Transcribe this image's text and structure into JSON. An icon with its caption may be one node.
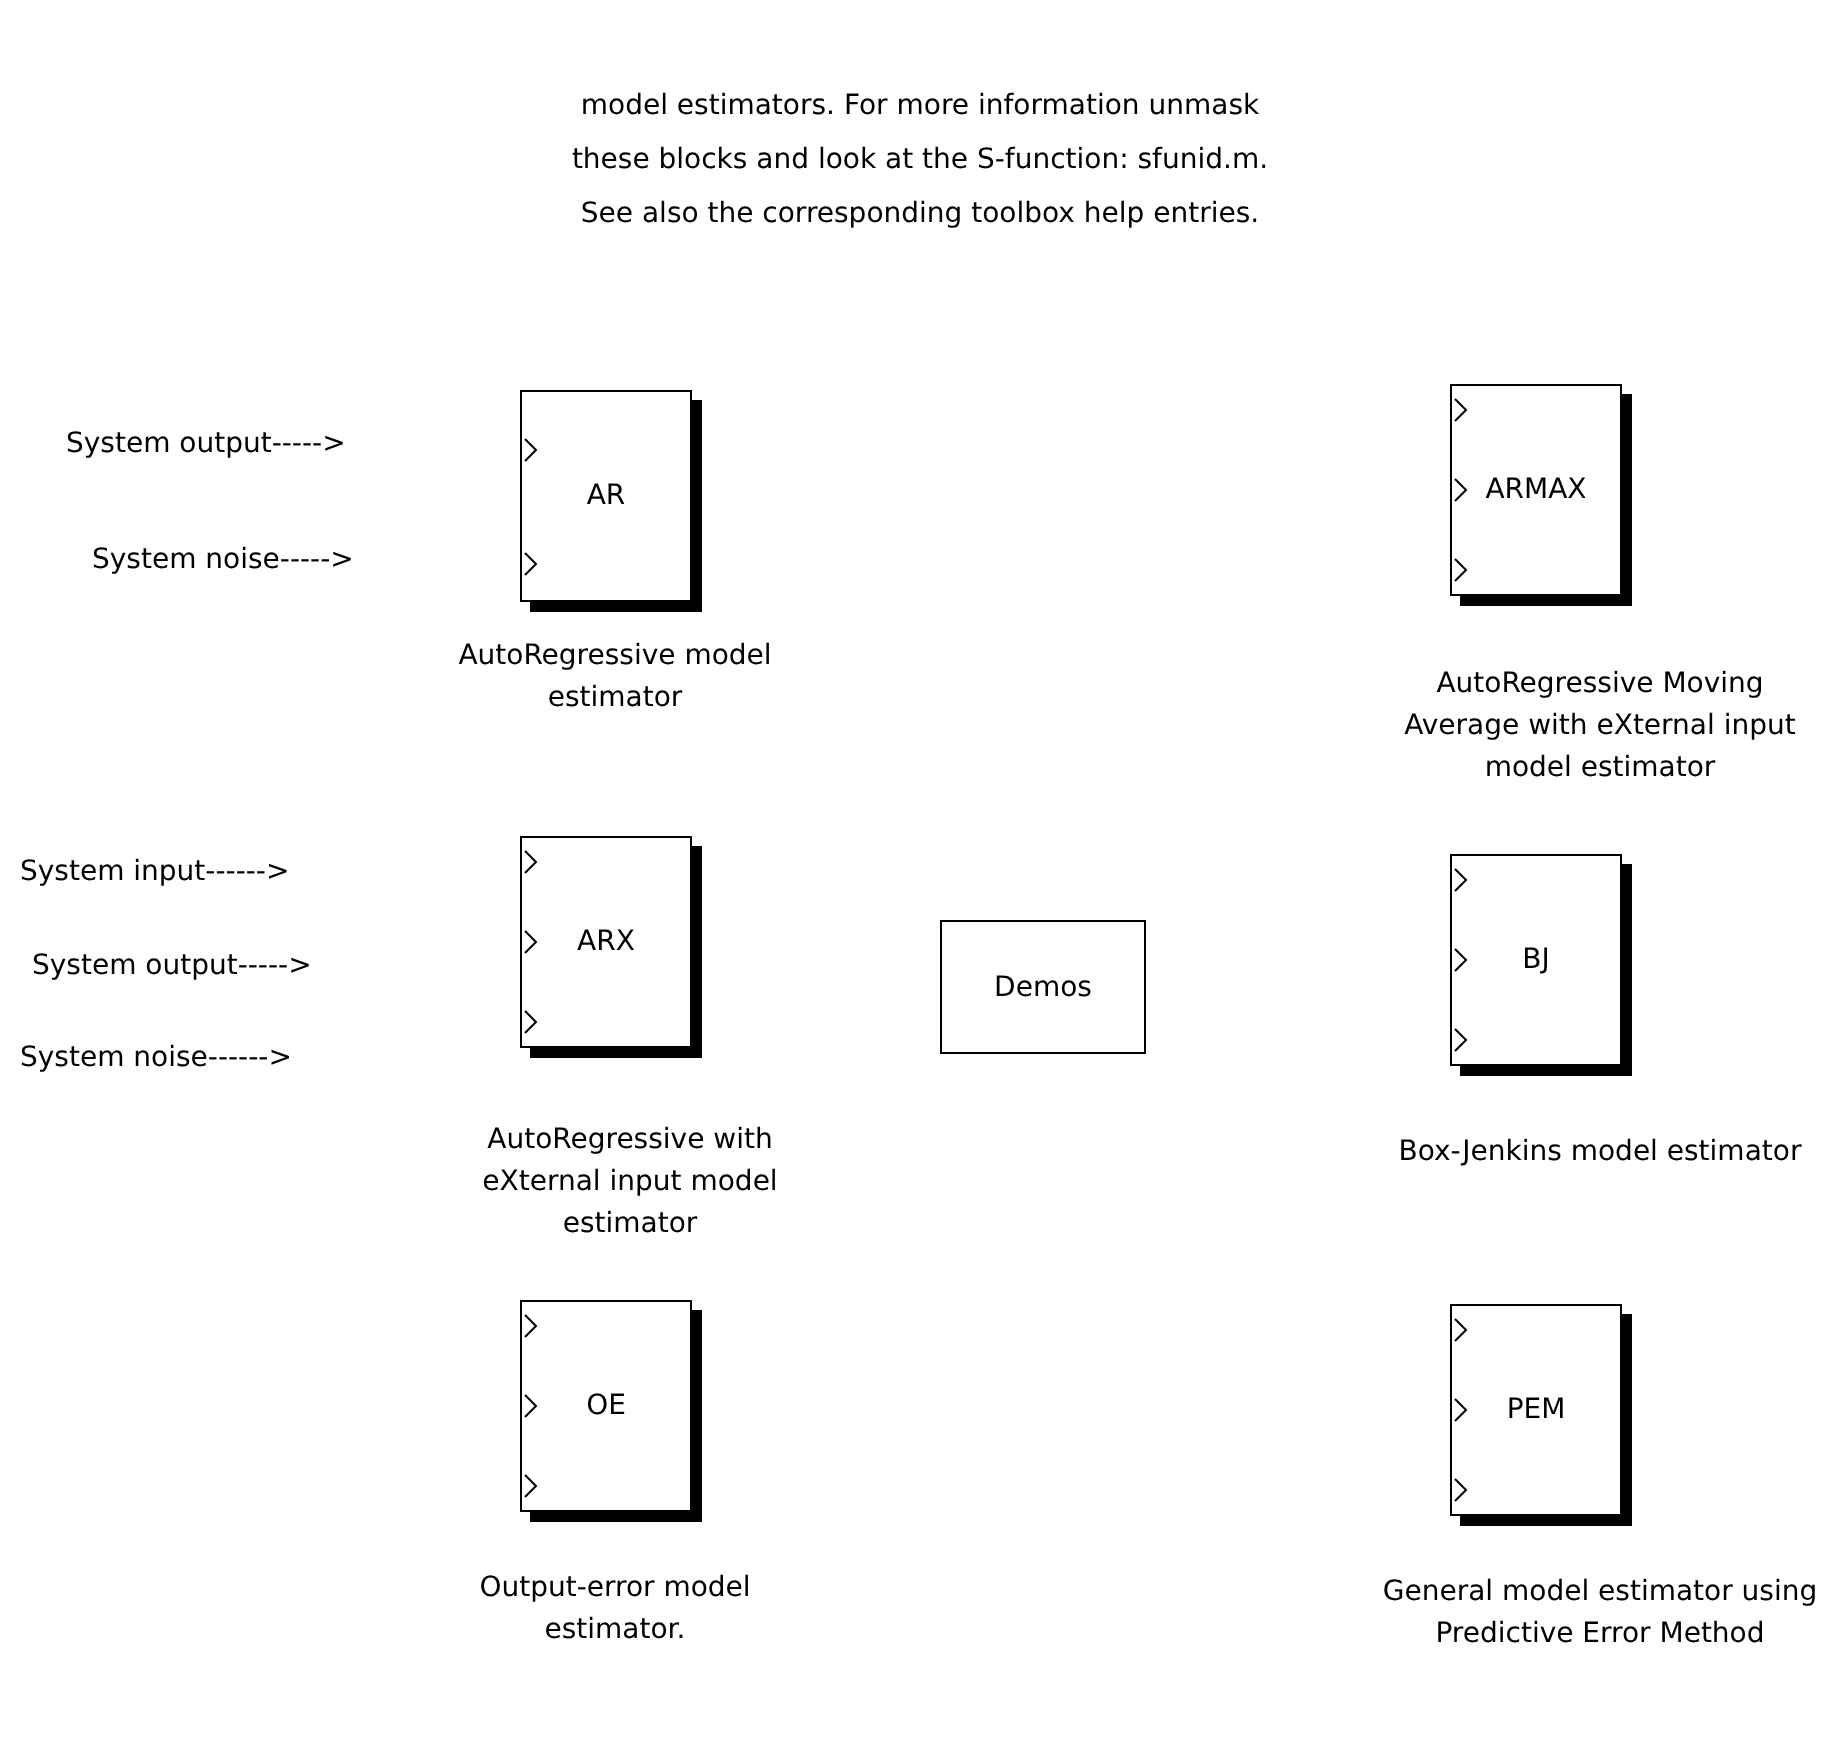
{
  "diagram": {
    "nodes": [
      {
        "text": [
          "AR"
        ],
        "beside": [
          "AutoRegressive model estimator"
        ]
      },
      {
        "text": [
          "ARMAX"
        ],
        "beside": [
          "AutoRegressive Moving Average with eXternal input model estimator"
        ]
      },
      {
        "text": [
          "ARX"
        ],
        "beside": [
          "AutoRegressive with eXternal input model estimator"
        ]
      },
      {
        "text": [
          "Demos"
        ]
      },
      {
        "text": [
          "BJ"
        ],
        "beside": [
          "Box-Jenkins model estimator"
        ]
      },
      {
        "text": [
          "OE"
        ],
        "beside": [
          "Output-error model estimator."
        ]
      },
      {
        "text": [
          "PEM"
        ],
        "beside": [
          "General model estimator using Predictive Error Method"
        ]
      }
    ],
    "labels": [
      "model estimators. For more information unmask these blocks and look at the S-function: sfunid.m. See also the corresponding toolbox help entries.",
      "System output----->",
      "System noise----->",
      "System input------>",
      "System output----->",
      "System noise------>"
    ]
  }
}
